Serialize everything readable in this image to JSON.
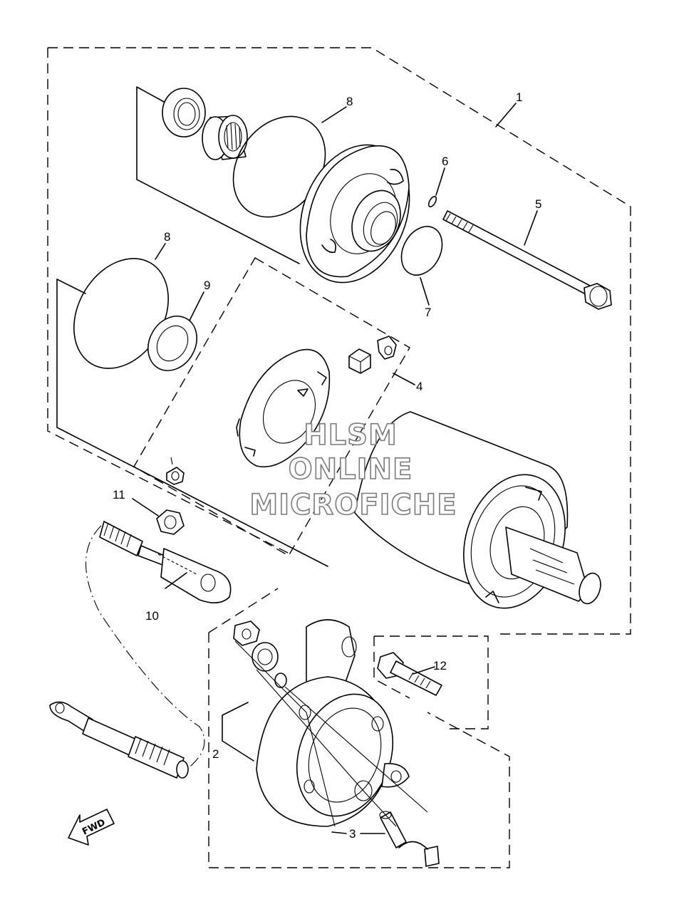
{
  "callouts": {
    "c1": "1",
    "c2": "2",
    "c3": "3",
    "c4": "4",
    "c5": "5",
    "c6": "6",
    "c7": "7",
    "c8a": "8",
    "c8b": "8",
    "c9": "9",
    "c10": "10",
    "c11": "11",
    "c12": "12"
  },
  "watermark": {
    "line1": "HLSM",
    "line2": "ONLINE",
    "line3": "MICROFICHE"
  },
  "direction_arrow": {
    "label": "FWD"
  },
  "colors": {
    "line": "#000000",
    "background": "#ffffff",
    "watermark_outline": "#7a7a7a"
  }
}
